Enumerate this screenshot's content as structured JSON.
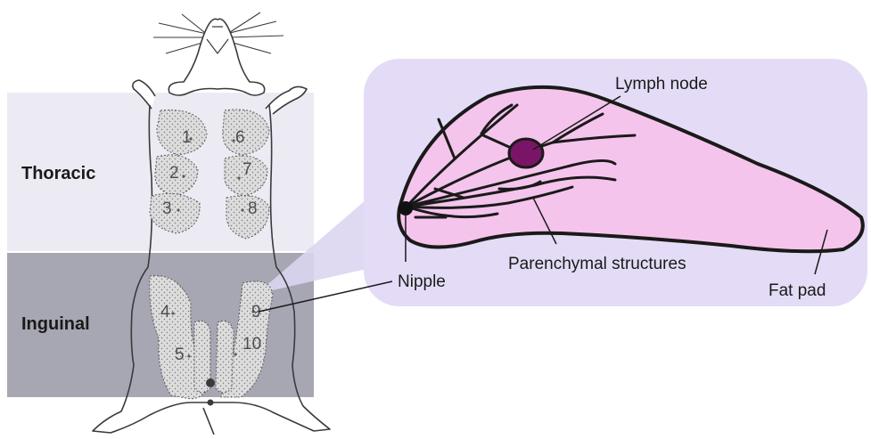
{
  "regions": {
    "thoracic": "Thoracic",
    "inguinal": "Inguinal"
  },
  "glands": [
    "1",
    "2",
    "3",
    "4",
    "5",
    "6",
    "7",
    "8",
    "9",
    "10"
  ],
  "callouts": {
    "lymph_node": "Lymph node",
    "nipple": "Nipple",
    "parenchymal": "Parenchymal structures",
    "fat_pad": "Fat pad"
  },
  "colors": {
    "thoracic_band": "#ecebf4",
    "inguinal_band": "#a7a6b3",
    "detail_panel": "#e4dcf6",
    "fat_pad_fill": "#f5c4ec",
    "lymph_node_fill": "#7a1466",
    "gland_fill": "#d6d6d6"
  }
}
